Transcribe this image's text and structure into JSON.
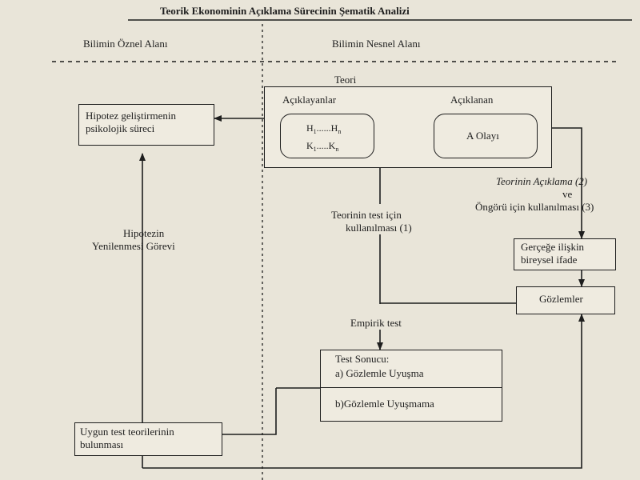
{
  "title": "Teorik Ekonominin Açıklama Sürecinin Şematik Analizi",
  "regions": {
    "subjective": "Bilimin Öznel Alanı",
    "objective": "Bilimin Nesnel Alanı"
  },
  "theory": {
    "label": "Teori",
    "explaining_label": "Açıklayanlar",
    "explained_label": "Açıklanan",
    "hypotheses_h": "H",
    "hypotheses_h_sub1": "1",
    "hypotheses_h_dots": "......H",
    "hypotheses_h_subn": "n",
    "hypotheses_k": "K",
    "hypotheses_k_sub1": "1",
    "hypotheses_k_dots": ".....K",
    "hypotheses_k_subn": "n",
    "event": "A Olayı"
  },
  "nodes": {
    "hypothesis_dev_line1": "Hipotez geliştirmenin",
    "hypothesis_dev_line2": "psikolojik süreci",
    "hypothesis_renewal_line1": "Hipotezin",
    "hypothesis_renewal_line2": "Yenilenmesi Görevi",
    "test_use_line1": "Teorinin test için",
    "test_use_line2": "kullanılması (1)",
    "explain_use_line1": "Teorinin Açıklama (2)",
    "explain_use_line2": "ve",
    "explain_use_line3": "Öngörü için kullanılması (3)",
    "reality_line1": "Gerçeğe ilişkin",
    "reality_line2": "bireysel ifade",
    "observations": "Gözlemler",
    "empirical_test": "Empirik test",
    "test_result_title": "Test Sonucu:",
    "test_result_a": "a) Gözlemle Uyuşma",
    "test_result_b": "b)Gözlemle Uyuşmama",
    "find_theories_line1": "Uygun test teorilerinin",
    "find_theories_line2": "bulunması"
  }
}
